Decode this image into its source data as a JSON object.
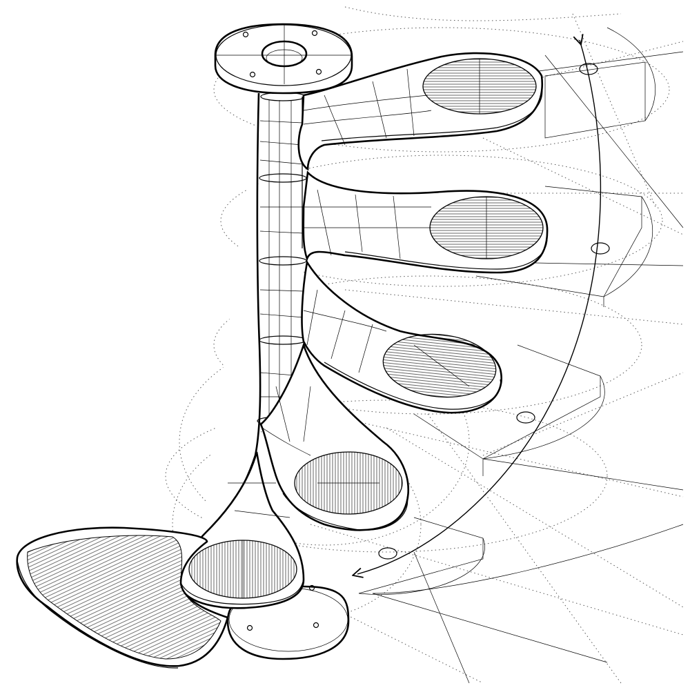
{
  "drawing": {
    "subject": "",
    "treads": [
      {
        "id": "tread-1"
      },
      {
        "id": "tread-2"
      },
      {
        "id": "tread-3"
      },
      {
        "id": "tread-4"
      },
      {
        "id": "tread-5"
      }
    ],
    "arrow_markers": 4,
    "colors": {
      "line": "#000000",
      "construction": "#555555",
      "background": "#ffffff"
    }
  }
}
